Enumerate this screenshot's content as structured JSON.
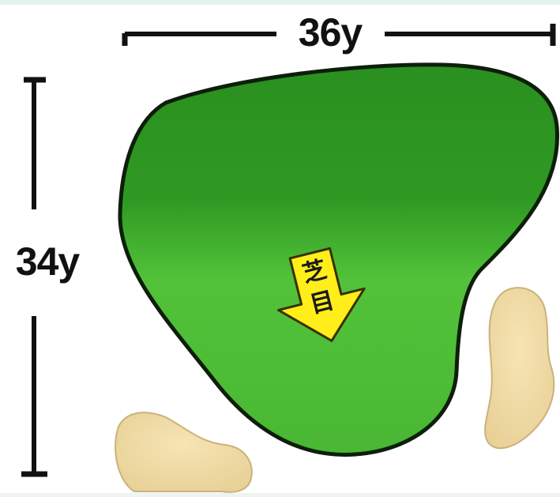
{
  "width_dimension": {
    "label": "36y"
  },
  "height_dimension": {
    "label": "34y"
  },
  "green": {
    "color": "#3fae2a",
    "outline_color": "#0d1f0a"
  },
  "bunkers": {
    "color": "#f1dca6",
    "count": 2
  },
  "direction_arrow": {
    "color": "#ffee1a",
    "text_line_1": "芝",
    "text_line_2": "目"
  }
}
